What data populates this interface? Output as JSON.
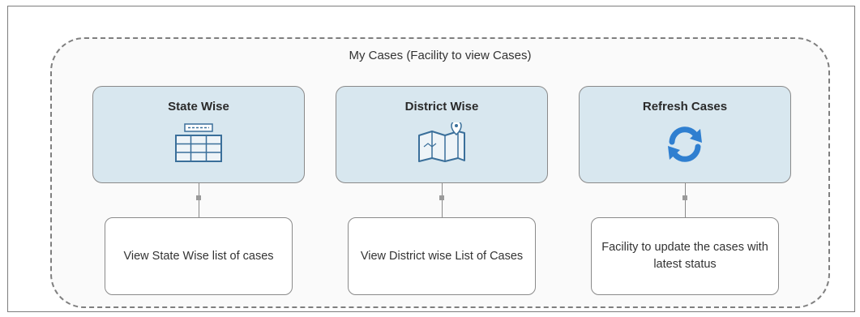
{
  "diagram": {
    "title": "My Cases (Facility to view Cases)",
    "nodes": [
      {
        "label": "State Wise",
        "icon": "table-icon",
        "description": "View State Wise list of cases"
      },
      {
        "label": "District Wise",
        "icon": "map-icon",
        "description": "View District wise List of Cases"
      },
      {
        "label": "Refresh Cases",
        "icon": "refresh-icon",
        "description": "Facility to update the cases with latest status"
      }
    ]
  },
  "colors": {
    "node_fill": "#d8e7ef",
    "refresh_icon": "#2f7fd0",
    "icon_stroke": "#3a6f9a"
  }
}
